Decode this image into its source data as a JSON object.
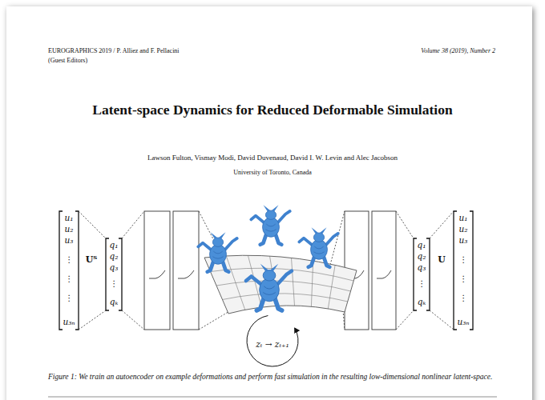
{
  "diagram": {
    "title": "Latent-space Dynamics for Reduced Deformable Simulation",
    "caption": "Figure 1: We train an autoencoder on example deformations and perform fast simulation in the resulting low-dimensional nonlinear latent-space.",
    "labels": [
      "EUROGRAPHICS 2019 / P. Alliez and F. Pellacini",
      "(Guest Editors)",
      "Volume 38 (2019), Number 2",
      "Lawson Fulton, Vismay Modi, David Duvenaud, David I. W. Levin and Alec Jacobson",
      "University of Toronto, Canada",
      "u₁",
      "u₂",
      "u₃",
      "⋮",
      "⋮",
      "⋮",
      "u₃ₙ",
      "Uᵀ",
      "q₁",
      "q₂",
      "q₃",
      "⋮",
      "qₖ",
      "zₜ → zₜ₊₁",
      "q₁",
      "q₂",
      "q₃",
      "⋮",
      "qₖ",
      "U",
      "u₁",
      "u₂",
      "u₃",
      "⋮",
      "⋮",
      "⋮",
      "u₃ₙ"
    ]
  }
}
